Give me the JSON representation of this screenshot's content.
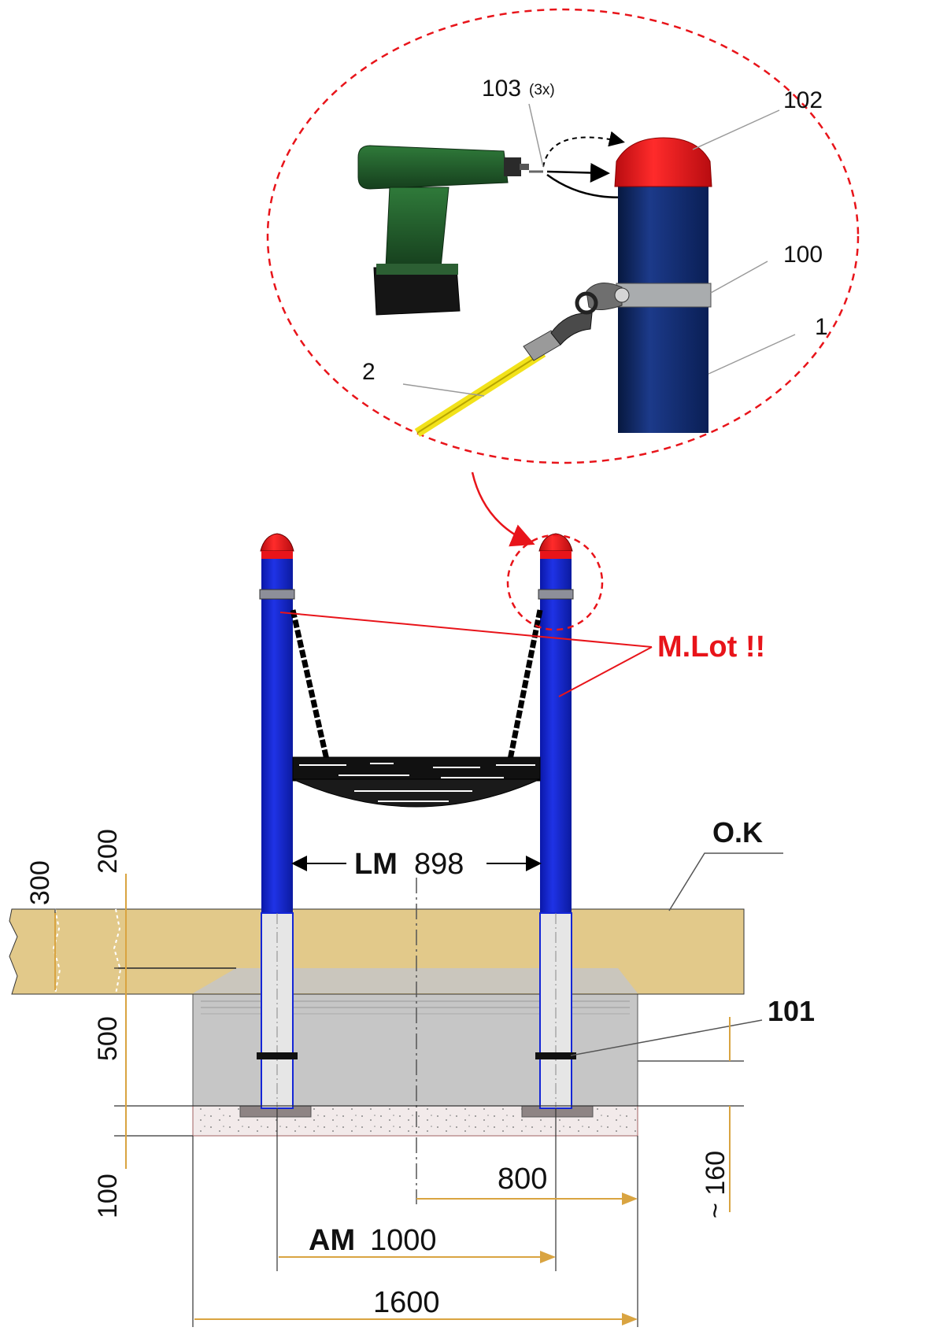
{
  "detail": {
    "callouts": {
      "screw": "103",
      "screw_qty": "(3x)",
      "cap": "102",
      "clamp": "100",
      "post": "1",
      "rope": "2"
    }
  },
  "main": {
    "leveling_note": "M.Lot !!",
    "ground_label": "O.K",
    "anchor_label": "101",
    "inner_width_prefix": "LM",
    "inner_width_value": "898",
    "axis_distance_prefix": "AM",
    "axis_distance_value": "1000"
  },
  "dimensions": {
    "d300": "300",
    "d200": "200",
    "d500": "500",
    "d100": "100",
    "d160": "~ 160",
    "d800": "800",
    "d1600": "1600"
  },
  "colors": {
    "post_blue_detail": "#0d2a6e",
    "post_blue": "#1426d6",
    "cap_red": "#e8141a",
    "rope_yellow": "#f2e21a",
    "drill_green": "#1f5a2a",
    "soil": "#e2c98a",
    "concrete": "#c6c6c6",
    "dimension_line": "#d9a441",
    "callout_red": "#e8141a"
  }
}
